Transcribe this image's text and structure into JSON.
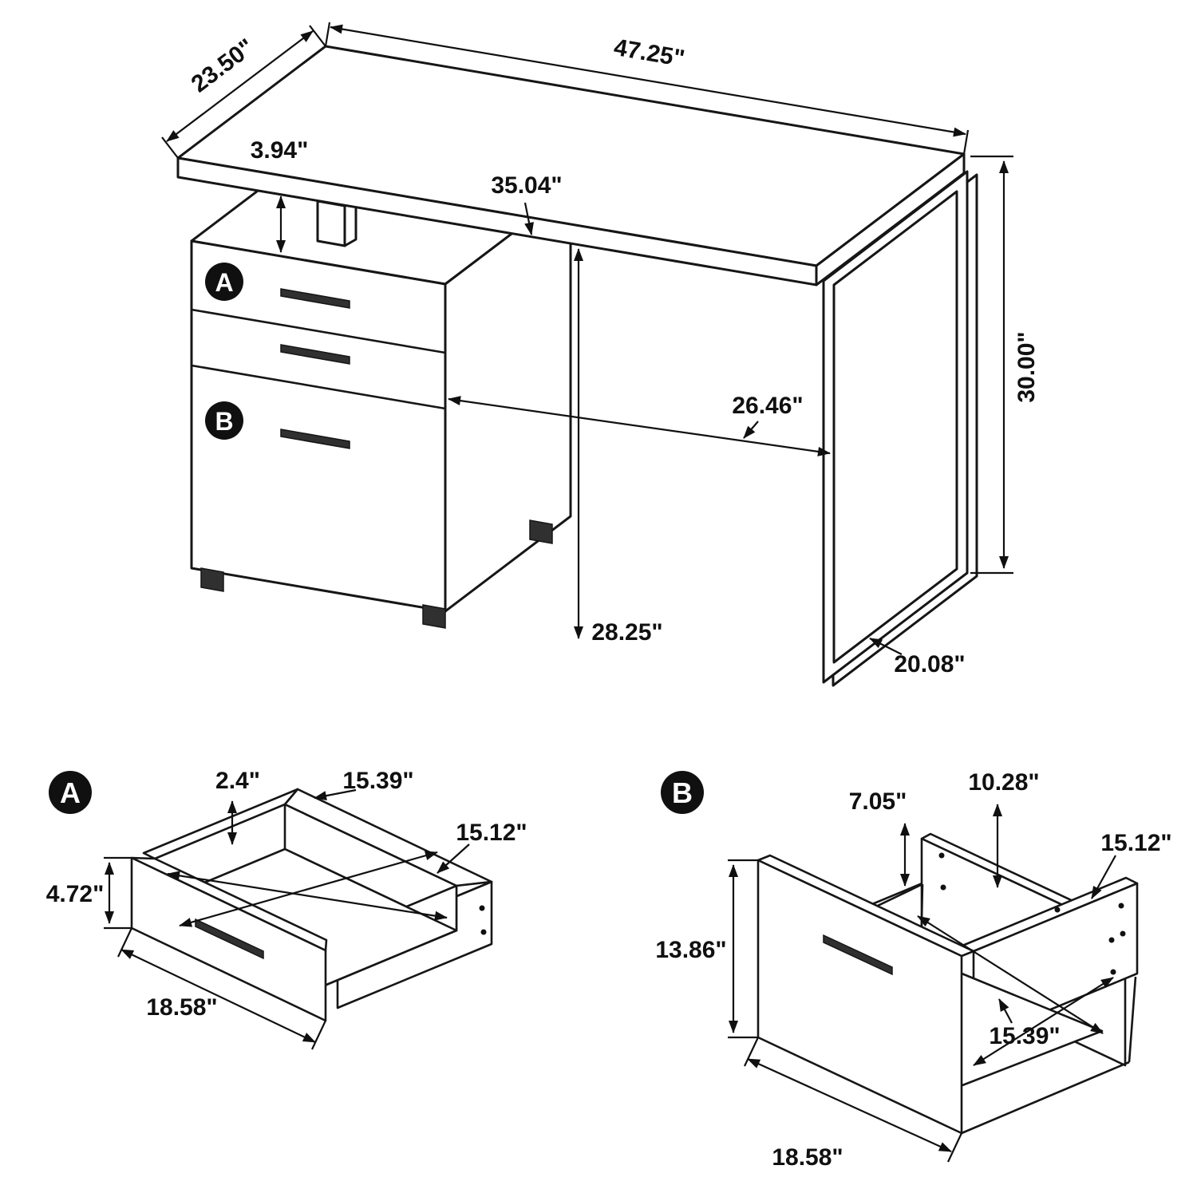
{
  "colors": {
    "line": "#161616",
    "background": "#ffffff",
    "badge_bg": "#101010",
    "badge_text": "#ffffff"
  },
  "main_view": {
    "marker_a": "A",
    "marker_b": "B",
    "dim_top_width": "47.25\"",
    "dim_top_depth": "23.50\"",
    "dim_gap": "3.94\"",
    "dim_underside": "35.04\"",
    "dim_height": "30.00\"",
    "dim_knee": "26.46\"",
    "dim_clearance": "28.25\"",
    "dim_leg_base": "20.08\""
  },
  "detail_a": {
    "marker": "A",
    "dim_rail": "2.4\"",
    "dim_inner_depth": "15.39\"",
    "dim_inner_width": "15.12\"",
    "dim_height": "4.72\"",
    "dim_width": "18.58\""
  },
  "detail_b": {
    "marker": "B",
    "dim_side_height": "7.05\"",
    "dim_back_height": "10.28\"",
    "dim_inner_width": "15.12\"",
    "dim_height": "13.86\"",
    "dim_inner_depth": "15.39\"",
    "dim_width": "18.58\""
  }
}
